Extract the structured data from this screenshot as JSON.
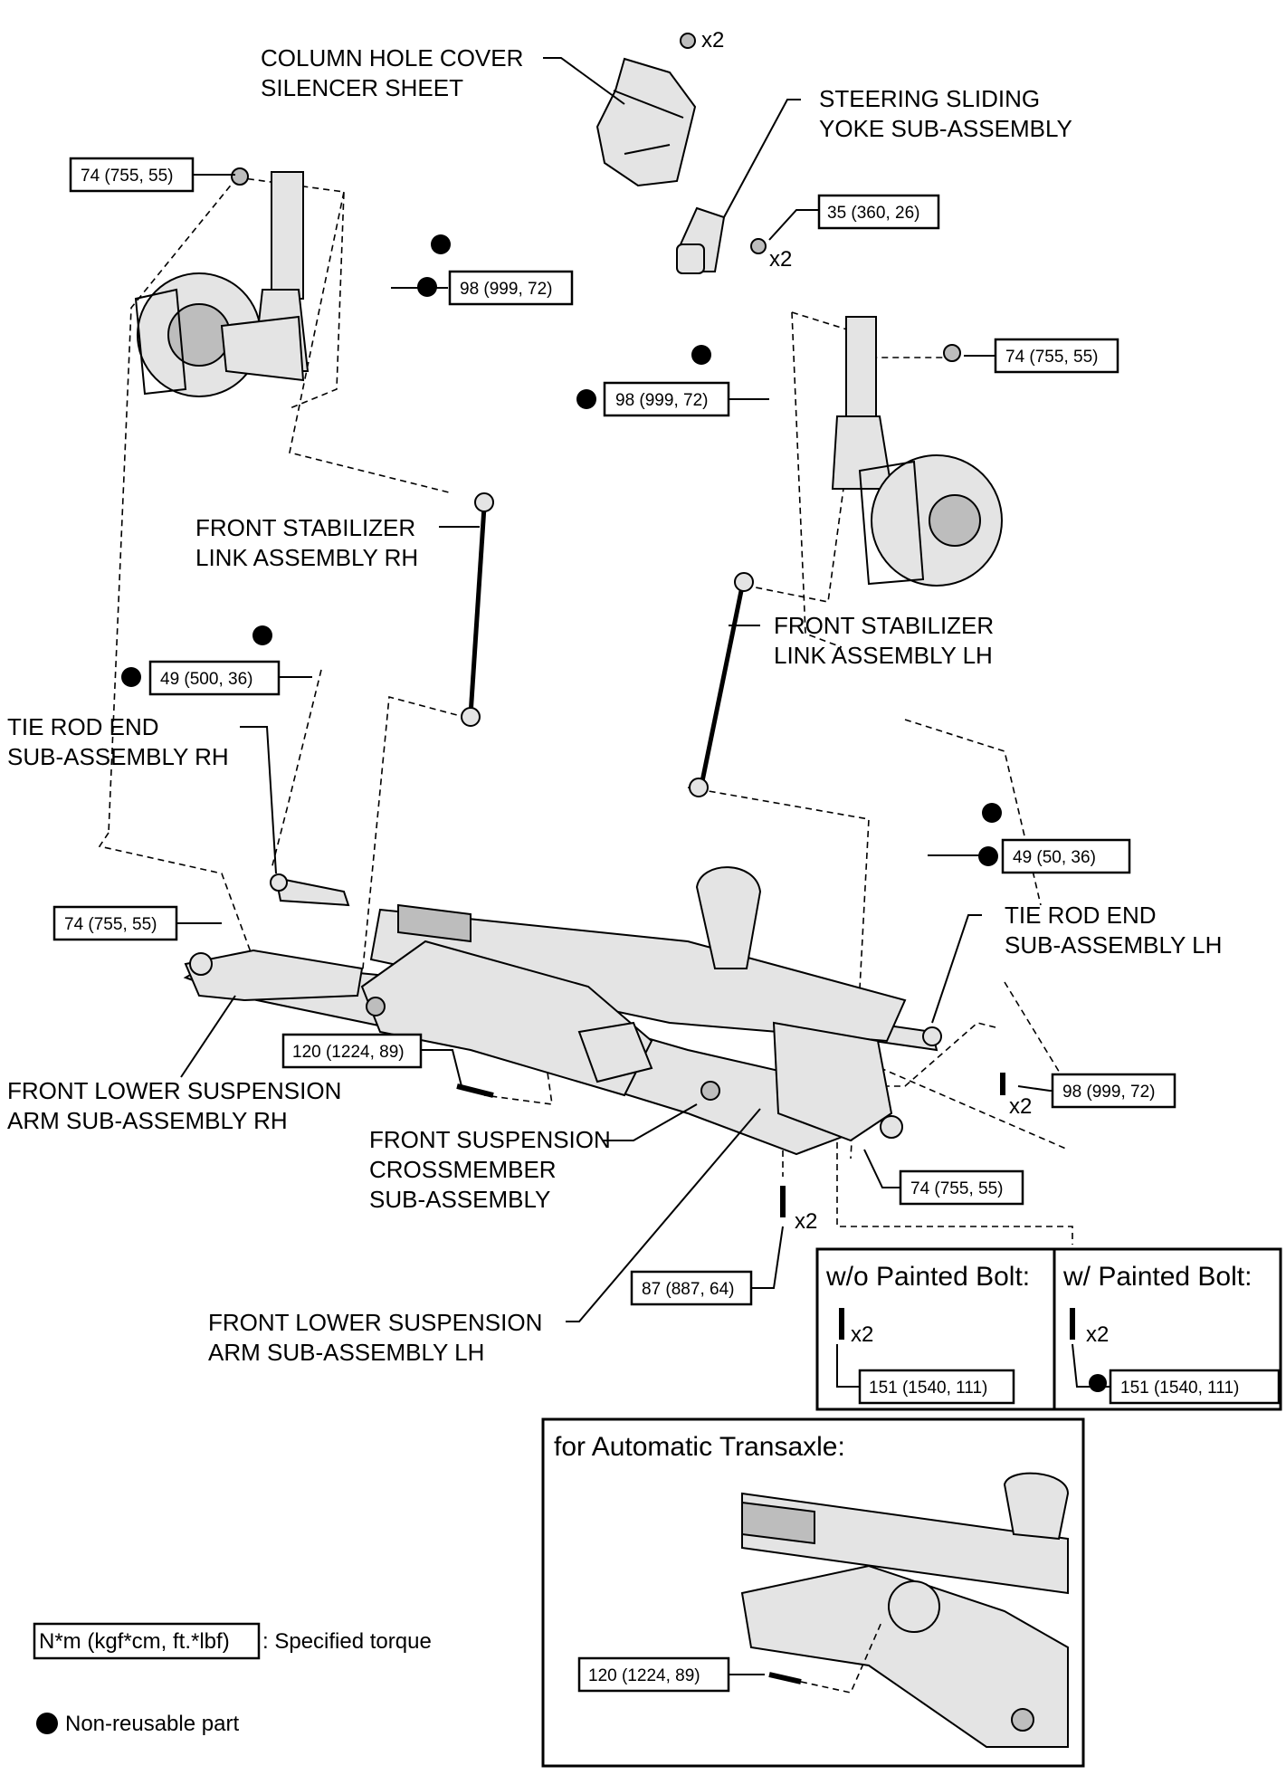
{
  "labels": {
    "column_hole_cover_1": "COLUMN HOLE COVER",
    "column_hole_cover_2": "SILENCER SHEET",
    "steering_yoke_1": "STEERING SLIDING",
    "steering_yoke_2": "YOKE SUB-ASSEMBLY",
    "stab_link_rh_1": "FRONT STABILIZER",
    "stab_link_rh_2": "LINK ASSEMBLY RH",
    "stab_link_lh_1": "FRONT STABILIZER",
    "stab_link_lh_2": "LINK ASSEMBLY LH",
    "tie_rod_rh_1": "TIE ROD END",
    "tie_rod_rh_2": "SUB-ASSEMBLY RH",
    "tie_rod_lh_1": "TIE ROD END",
    "tie_rod_lh_2": "SUB-ASSEMBLY LH",
    "lower_arm_rh_1": "FRONT LOWER SUSPENSION",
    "lower_arm_rh_2": "ARM SUB-ASSEMBLY RH",
    "crossmember_1": "FRONT SUSPENSION",
    "crossmember_2": "CROSSMEMBER",
    "crossmember_3": "SUB-ASSEMBLY",
    "lower_arm_lh_1": "FRONT LOWER SUSPENSION",
    "lower_arm_lh_2": "ARM SUB-ASSEMBLY LH"
  },
  "torques": {
    "t_74_top_left": "74 (755, 55)",
    "t_35": "35 (360, 26)",
    "t_98_upper_left": "98 (999, 72)",
    "t_74_upper_right": "74 (755, 55)",
    "t_98_upper_right": "98 (999, 72)",
    "t_49_left": "49 (500, 36)",
    "t_49_right": "49 (50, 36)",
    "t_74_mid_left": "74 (755, 55)",
    "t_120_main": "120 (1224, 89)",
    "t_98_lower_right": "98 (999, 72)",
    "t_74_lower_right": "74 (755, 55)",
    "t_87": "87 (887, 64)",
    "t_151_wo": "151 (1540, 111)",
    "t_151_w": "151 (1540, 111)",
    "t_120_inset": "120 (1224, 89)"
  },
  "quantities": {
    "q_cover_nut": "x2",
    "q_yoke_bolt": "x2",
    "q_98_lower_right": "x2",
    "q_87": "x2",
    "q_151_wo": "x2",
    "q_151_w": "x2"
  },
  "variants": {
    "without_painted_bolt": "w/o Painted Bolt:",
    "with_painted_bolt": "w/ Painted Bolt:"
  },
  "inset": {
    "title": "for Automatic Transaxle:"
  },
  "legend": {
    "torque_key": "N*m (kgf*cm, ft.*lbf)",
    "torque_desc": ": Specified torque",
    "non_reusable": "Non-reusable part"
  }
}
